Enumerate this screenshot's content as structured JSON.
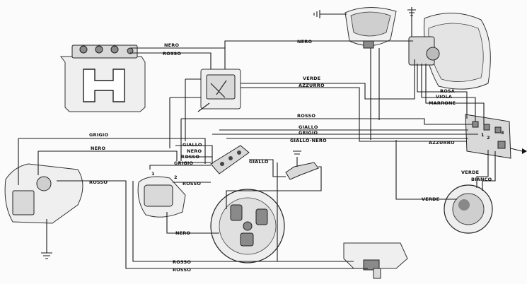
{
  "wire_labels": {
    "nero_battery": "NERO",
    "rosso_battery": "ROSSO",
    "nero_top": "NERO",
    "verde_top": "VERDE",
    "azzurro_top": "AZZURRO",
    "rosa": "ROSA",
    "viola": "VIOLA",
    "marrone": "MARRONE",
    "rosso_mid": "ROSSO",
    "grigio_left": "GRIGIO",
    "giallo_mid": "GIALLO",
    "grigio_mid": "GRIGIO",
    "giallo_nero": "GIALLO-NERO",
    "azzurro_right": "AZZURRO",
    "nero_left": "NERO",
    "giallo_term": "GIALLO",
    "nero_term": "NERO",
    "rosso_term": "ROSSO",
    "grigio_coil": "GRIGIO",
    "giallo_coil": "GIALLO",
    "rosso_coil": "ROSSO",
    "rosso_left": "ROSSO",
    "verde_right": "VERDE",
    "bianco": "BIANCO",
    "verde_low": "VERDE",
    "nero_low": "NERO",
    "rosso_bottom1": "ROSSO",
    "rosso_bottom2": "ROSSO"
  },
  "terminal_labels": {
    "coil_1": "1",
    "coil_2": "2",
    "junction_2": "2",
    "junction_1": "1",
    "junction_3": "3"
  }
}
